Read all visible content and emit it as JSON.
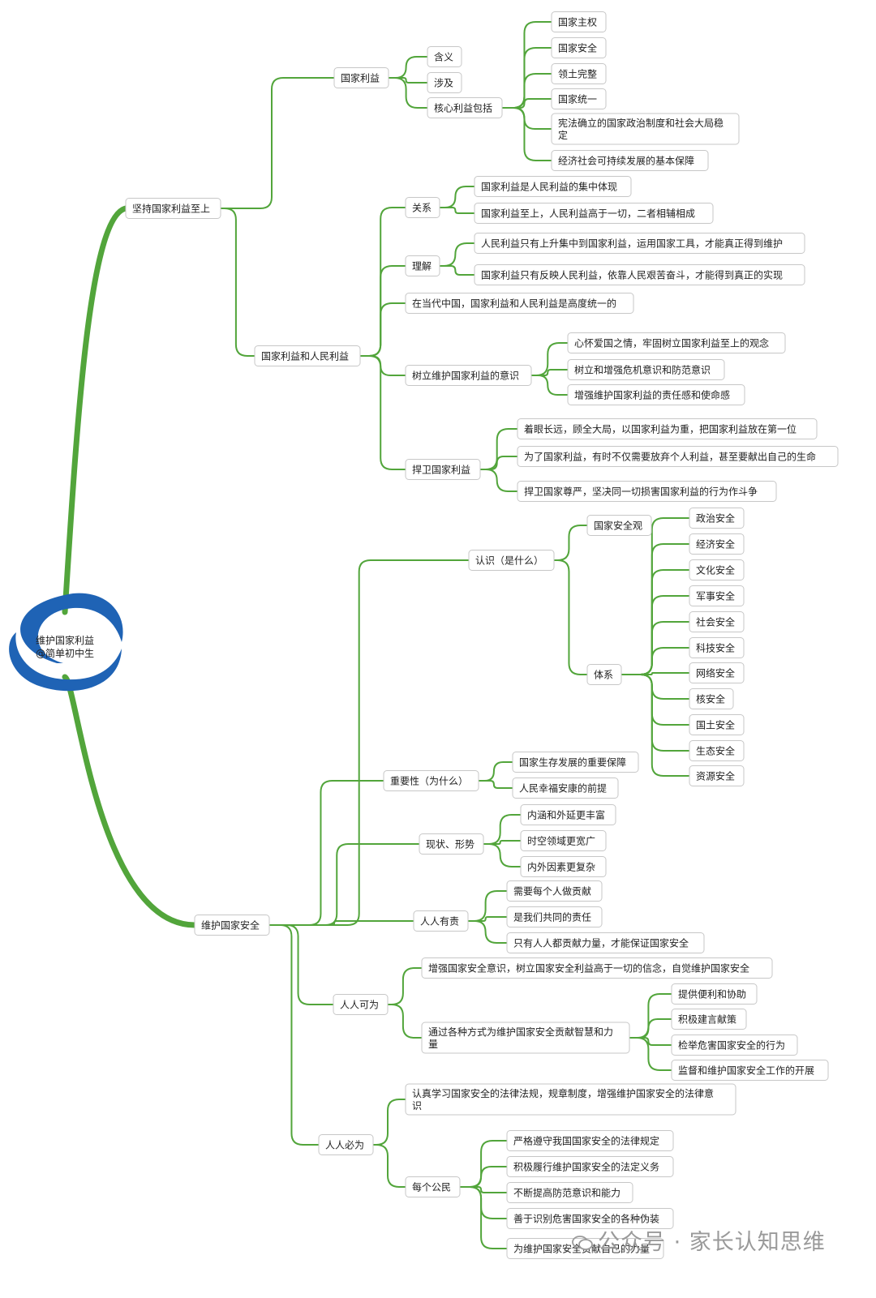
{
  "diagram": {
    "root": {
      "line1": "维护国家利益",
      "line2": "@简单初中生"
    },
    "nodes": [
      {
        "id": "a",
        "text": "坚持国家利益至上"
      },
      {
        "id": "a1",
        "text": "国家利益"
      },
      {
        "id": "a1a",
        "text": "含义"
      },
      {
        "id": "a1b",
        "text": "涉及"
      },
      {
        "id": "a1c",
        "text": "核心利益包括"
      },
      {
        "id": "c1",
        "text": "国家主权"
      },
      {
        "id": "c2",
        "text": "国家安全"
      },
      {
        "id": "c3",
        "text": "领土完整"
      },
      {
        "id": "c4",
        "text": "国家统一"
      },
      {
        "id": "c5",
        "text": "宪法确立的国家政治制度和社会大局稳",
        "text2": "定"
      },
      {
        "id": "c6",
        "text": "经济社会可持续发展的基本保障"
      },
      {
        "id": "a2",
        "text": "国家利益和人民利益"
      },
      {
        "id": "g1",
        "text": "关系"
      },
      {
        "id": "g1a",
        "text": "国家利益是人民利益的集中体现"
      },
      {
        "id": "g1b",
        "text": "国家利益至上，人民利益高于一切，二者相辅相成"
      },
      {
        "id": "g2",
        "text": "理解"
      },
      {
        "id": "g2a",
        "text": "人民利益只有上升集中到国家利益，运用国家工具，才能真正得到维护"
      },
      {
        "id": "g2b",
        "text": "国家利益只有反映人民利益，依靠人民艰苦奋斗，才能得到真正的实现"
      },
      {
        "id": "g3",
        "text": "在当代中国，国家利益和人民利益是高度统一的"
      },
      {
        "id": "g4",
        "text": "树立维护国家利益的意识"
      },
      {
        "id": "g4a",
        "text": "心怀爱国之情，牢固树立国家利益至上的观念"
      },
      {
        "id": "g4b",
        "text": "树立和增强危机意识和防范意识"
      },
      {
        "id": "g4c",
        "text": "增强维护国家利益的责任感和使命感"
      },
      {
        "id": "g5",
        "text": "捍卫国家利益"
      },
      {
        "id": "g5a",
        "text": "着眼长远，顾全大局，以国家利益为重，把国家利益放在第一位"
      },
      {
        "id": "g5b",
        "text": "为了国家利益，有时不仅需要放弃个人利益，甚至要献出自己的生命"
      },
      {
        "id": "g5c",
        "text": "捍卫国家尊严，坚决同一切损害国家利益的行为作斗争"
      },
      {
        "id": "b",
        "text": "维护国家安全"
      },
      {
        "id": "b1",
        "text": "认识（是什么）"
      },
      {
        "id": "b1a",
        "text": "国家安全观"
      },
      {
        "id": "b1b",
        "text": "体系"
      },
      {
        "id": "s1",
        "text": "政治安全"
      },
      {
        "id": "s2",
        "text": "经济安全"
      },
      {
        "id": "s3",
        "text": "文化安全"
      },
      {
        "id": "s4",
        "text": "军事安全"
      },
      {
        "id": "s5",
        "text": "社会安全"
      },
      {
        "id": "s6",
        "text": "科技安全"
      },
      {
        "id": "s7",
        "text": "网络安全"
      },
      {
        "id": "s8",
        "text": "核安全"
      },
      {
        "id": "s9",
        "text": "国土安全"
      },
      {
        "id": "s10",
        "text": "生态安全"
      },
      {
        "id": "s11",
        "text": "资源安全"
      },
      {
        "id": "b2",
        "text": "重要性（为什么）"
      },
      {
        "id": "b2a",
        "text": "国家生存发展的重要保障"
      },
      {
        "id": "b2b",
        "text": "人民幸福安康的前提"
      },
      {
        "id": "b3",
        "text": "现状、形势"
      },
      {
        "id": "b3a",
        "text": "内涵和外延更丰富"
      },
      {
        "id": "b3b",
        "text": "时空领域更宽广"
      },
      {
        "id": "b3c",
        "text": "内外因素更复杂"
      },
      {
        "id": "b4",
        "text": "人人有责"
      },
      {
        "id": "b4a",
        "text": "需要每个人做贡献"
      },
      {
        "id": "b4b",
        "text": "是我们共同的责任"
      },
      {
        "id": "b4c",
        "text": "只有人人都贡献力量，才能保证国家安全"
      },
      {
        "id": "b5",
        "text": "人人可为"
      },
      {
        "id": "b5a",
        "text": "增强国家安全意识，树立国家安全利益高于一切的信念，自觉维护国家安全"
      },
      {
        "id": "b5b",
        "text": "通过各种方式为维护国家安全贡献智慧和力",
        "text2": "量"
      },
      {
        "id": "p1",
        "text": "提供便利和协助"
      },
      {
        "id": "p2",
        "text": "积极建言献策"
      },
      {
        "id": "p3",
        "text": "检举危害国家安全的行为"
      },
      {
        "id": "p4",
        "text": "监督和维护国家安全工作的开展"
      },
      {
        "id": "b6",
        "text": "人人必为"
      },
      {
        "id": "b6a",
        "text": "认真学习国家安全的法律法规，规章制度，增强维护国家安全的法律意",
        "text2": "识"
      },
      {
        "id": "b6b",
        "text": "每个公民"
      },
      {
        "id": "q1",
        "text": "严格遵守我国国家安全的法律规定"
      },
      {
        "id": "q2",
        "text": "积极履行维护国家安全的法定义务"
      },
      {
        "id": "q3",
        "text": "不断提高防范意识和能力"
      },
      {
        "id": "q4",
        "text": "善于识别危害国家安全的各种伪装"
      },
      {
        "id": "q5",
        "text": "为维护国家安全贡献自己的力量"
      }
    ]
  },
  "watermark": {
    "text": "公众号 · 家长认知思维"
  },
  "colors": {
    "connector": "#52a53b",
    "ring": "#1f63b5",
    "box_border": "#c7c7c7"
  }
}
